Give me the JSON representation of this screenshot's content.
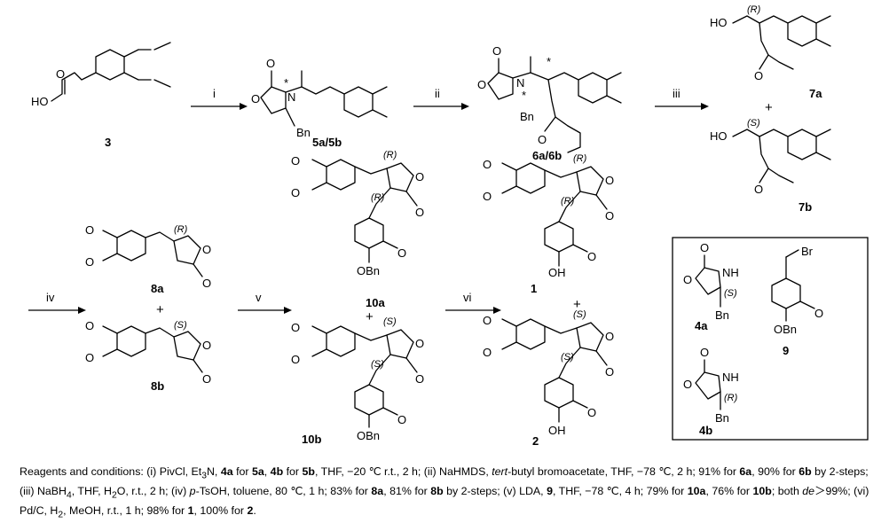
{
  "compounds": [
    {
      "id": "c3",
      "label": "3"
    },
    {
      "id": "c5",
      "label": "5a/5b"
    },
    {
      "id": "c6",
      "label": "6a/6b"
    },
    {
      "id": "c7a",
      "label": "7a"
    },
    {
      "id": "c7b",
      "label": "7b"
    },
    {
      "id": "c8a",
      "label": "8a"
    },
    {
      "id": "c8b",
      "label": "8b"
    },
    {
      "id": "c10a",
      "label": "10a"
    },
    {
      "id": "c10b",
      "label": "10b"
    },
    {
      "id": "c1",
      "label": "1"
    },
    {
      "id": "c2",
      "label": "2"
    },
    {
      "id": "c4a",
      "label": "4a"
    },
    {
      "id": "c4b",
      "label": "4b"
    },
    {
      "id": "c9",
      "label": "9"
    }
  ],
  "arrows": [
    {
      "id": "i",
      "label": "i"
    },
    {
      "id": "ii",
      "label": "ii"
    },
    {
      "id": "iii",
      "label": "iii"
    },
    {
      "id": "iv",
      "label": "iv"
    },
    {
      "id": "v",
      "label": "v"
    },
    {
      "id": "vi",
      "label": "vi"
    }
  ],
  "atoms": {
    "ho": "HO",
    "oh": "OH",
    "o": "O",
    "n": "N",
    "nh": "NH",
    "bn": "Bn",
    "obn": "OBn",
    "br": "Br",
    "star": "*",
    "plus": "+",
    "r": "(R)",
    "s": "(S)"
  },
  "conditions": [
    {
      "t": "Reagents and conditions: (i) PivCl, Et"
    },
    {
      "t": "3",
      "sub": true
    },
    {
      "t": "N, "
    },
    {
      "t": "4a",
      "b": true
    },
    {
      "t": " for "
    },
    {
      "t": "5a",
      "b": true
    },
    {
      "t": ", "
    },
    {
      "t": "4b",
      "b": true
    },
    {
      "t": " for "
    },
    {
      "t": "5b",
      "b": true
    },
    {
      "t": ", THF, −20 ℃ r.t., 2 h; (ii) NaHMDS, "
    },
    {
      "t": "tert",
      "i": true
    },
    {
      "t": "-butyl bromoacetate, THF, −78 ℃, 2 h; 91% for "
    },
    {
      "t": "6a",
      "b": true
    },
    {
      "t": ", 90% for "
    },
    {
      "t": "6b",
      "b": true
    },
    {
      "t": " by 2-steps; (iii) NaBH"
    },
    {
      "t": "4",
      "sub": true
    },
    {
      "t": ", THF, H"
    },
    {
      "t": "2",
      "sub": true
    },
    {
      "t": "O, r.t., 2 h; (iv) "
    },
    {
      "t": "p",
      "i": true
    },
    {
      "t": "-TsOH, toluene, 80 ℃, 1 h; 83% for "
    },
    {
      "t": "8a",
      "b": true
    },
    {
      "t": ", 81% for "
    },
    {
      "t": "8b",
      "b": true
    },
    {
      "t": " by 2-steps; (v) LDA, "
    },
    {
      "t": "9",
      "b": true
    },
    {
      "t": ", THF, −78 ℃, 4 h; 79% for "
    },
    {
      "t": "10a",
      "b": true
    },
    {
      "t": ", 76% for "
    },
    {
      "t": "10b",
      "b": true
    },
    {
      "t": "; both "
    },
    {
      "t": "de",
      "i": true
    },
    {
      "t": "＞99%; (vi) Pd/C, H"
    },
    {
      "t": "2",
      "sub": true
    },
    {
      "t": ", MeOH, r.t., 1 h; 98% for "
    },
    {
      "t": "1",
      "b": true
    },
    {
      "t": ", 100% for "
    },
    {
      "t": "2",
      "b": true
    },
    {
      "t": "."
    }
  ]
}
